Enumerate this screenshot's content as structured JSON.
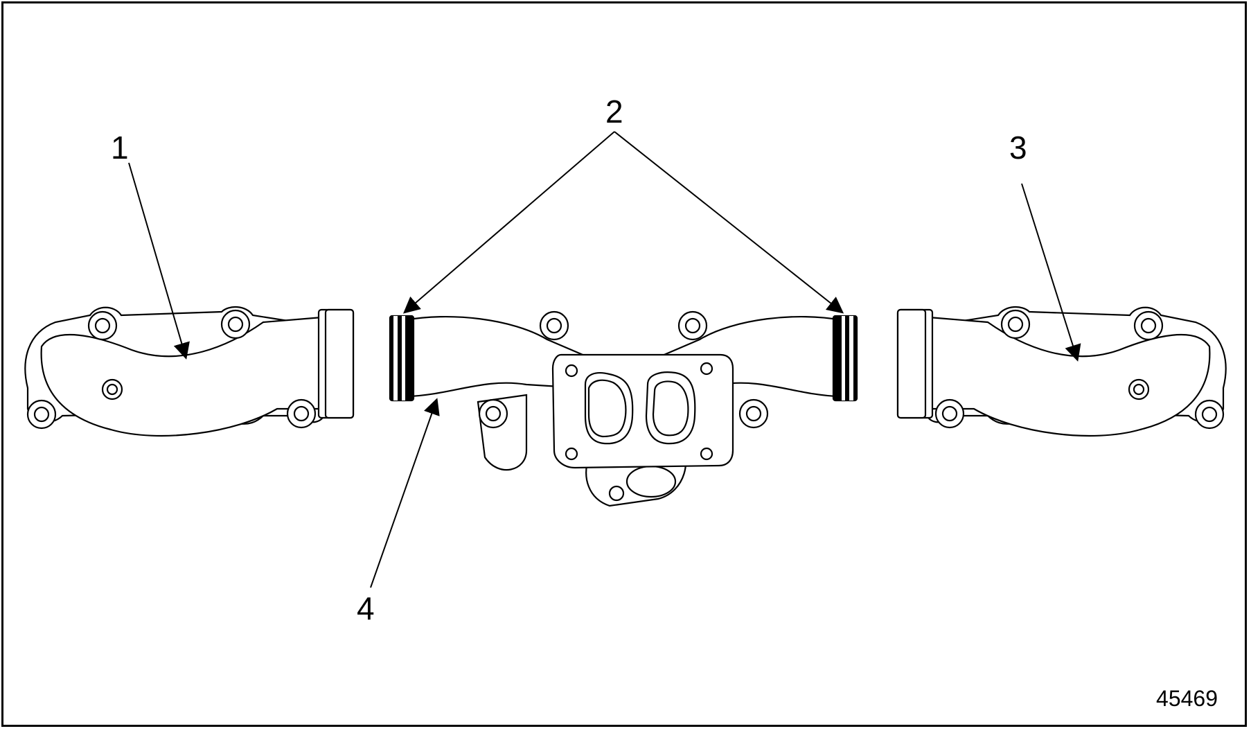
{
  "callouts": {
    "one": "1",
    "two": "2",
    "three": "3",
    "four": "4"
  },
  "figure_number": "45469",
  "colors": {
    "line": "#000000",
    "background": "#ffffff"
  }
}
